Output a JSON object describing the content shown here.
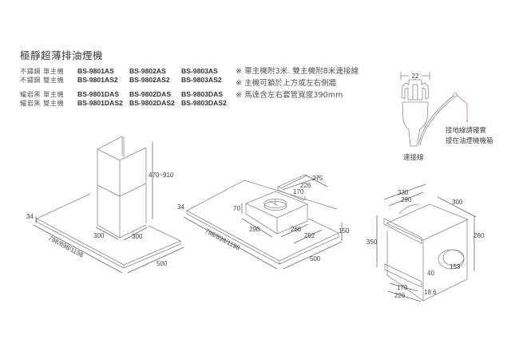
{
  "title": "極靜超薄排油煙機",
  "models": {
    "rows": [
      {
        "label": "不鏽鋼 單主機",
        "codes": [
          "BS-9801AS",
          "BS-9802AS",
          "BS-9803AS"
        ]
      },
      {
        "label": "不鏽鋼 雙主機",
        "codes": [
          "BS-9801AS2",
          "BS-9802AS2",
          "BS-9803AS2"
        ]
      },
      {
        "label": "耀岩黑 單主機",
        "codes": [
          "BS-9801DAS",
          "BS-9802DAS",
          "BS-9803DAS"
        ]
      },
      {
        "label": "耀岩黑 雙主機",
        "codes": [
          "BS-9801DAS2",
          "BS-9802DAS2",
          "BS-9803DAS2"
        ]
      }
    ]
  },
  "notes": [
    "※ 單主機附3米. 雙主機附8米連接線",
    "※ 主機可鎖於上方或左右側牆",
    "※ 馬達含左右套管寬度390mm"
  ],
  "connector": {
    "width_dim": "22",
    "cable_label": "連接線",
    "ground_note_line1": "接地線請確實",
    "ground_note_line2": "接在油煙機機箱"
  },
  "hood_chimney": {
    "chimney_height": "470~910",
    "thickness": "34",
    "chimney_width": "300",
    "chimney_depth": "300",
    "length": "798/898/1198",
    "depth": "500"
  },
  "hood_flat": {
    "thickness": "34",
    "box_height": "70",
    "bracket_275": "275",
    "bracket_226": "226",
    "bracket_170": "170",
    "box_width": "290",
    "box_260": "260",
    "box_292": "292",
    "total_height": "150",
    "length": "798/898/1198",
    "depth": "500"
  },
  "motor_box": {
    "top_330": "330",
    "top_290": "290",
    "depth": "300",
    "height_350": "350",
    "height_260": "260",
    "outlet_dia": "153",
    "outlet_offset": "40",
    "bottom_170": "170",
    "bottom_226": "226",
    "flange": "18.6"
  },
  "colors": {
    "line": "#8a8a8a",
    "dim": "#6a6a6a",
    "red_wire": "#c0504d"
  }
}
